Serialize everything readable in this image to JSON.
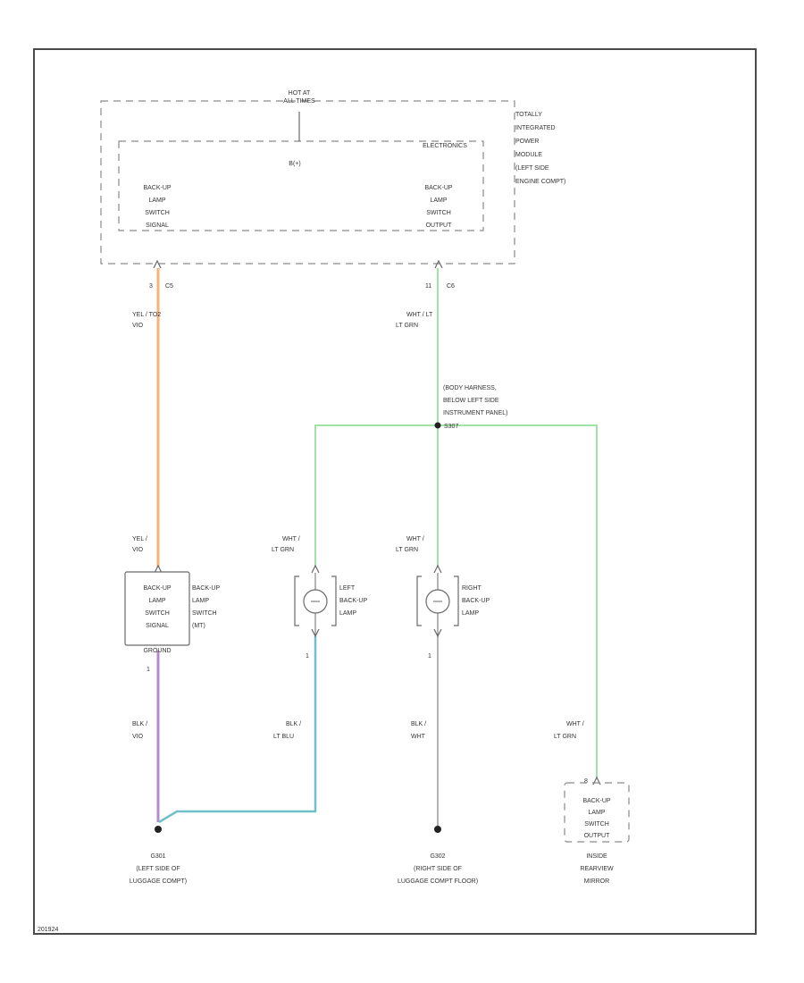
{
  "colors": {
    "wire_yel_vio": "#f4b27a",
    "wire_wht_ltgrn": "#9fe3a6",
    "wire_blk_vio": "#b48ad0",
    "wire_blk_ltblu": "#6fc0c8",
    "wire_blk_wht": "#9a9a9a",
    "frame": "#4a4a4a",
    "dashed_outline": "#8a8a8a"
  },
  "module": {
    "hot_at": [
      "HOT AT",
      "ALL TIMES"
    ],
    "name": [
      "TOTALLY",
      "INTEGRATED",
      "POWER",
      "MODULE",
      "(LEFT SIDE",
      "ENGINE COMPT)"
    ],
    "electronics_label": "ELECTRONICS",
    "fuse_label": "B(+)",
    "signal_block": [
      "BACK-UP",
      "LAMP",
      "SWITCH",
      "SIGNAL"
    ],
    "output_block": [
      "BACK-UP",
      "LAMP",
      "SWITCH",
      "OUTPUT"
    ]
  },
  "connectors": {
    "left_pin": "3",
    "left_conn": "C5",
    "right_pin": "11",
    "right_conn": "C6"
  },
  "wires": {
    "yel_vio_top": [
      "YEL / TO2",
      "VIO"
    ],
    "wht_ltgrn_top": [
      "WHT / LT",
      "LT GRN"
    ],
    "yel_vio_bottom": [
      "YEL /",
      "VIO"
    ],
    "wht_ltgrn_left": [
      "WHT /",
      "LT GRN"
    ],
    "wht_ltgrn_mid": [
      "WHT /",
      "LT GRN"
    ],
    "blk_vio": [
      "BLK /",
      "VIO"
    ],
    "blk_ltblu": [
      "BLK /",
      "LT BLU"
    ],
    "blk_wht": [
      "BLK /",
      "WHT"
    ],
    "wht_ltgrn_right": [
      "WHT /",
      "LT GRN"
    ]
  },
  "splice": {
    "desc": [
      "(BODY HARNESS,",
      "BELOW LEFT SIDE",
      "INSTRUMENT PANEL)"
    ],
    "id": "S307"
  },
  "switch": {
    "inner": [
      "BACK-UP",
      "LAMP",
      "SWITCH",
      "SIGNAL"
    ],
    "ground_label": "GROUND",
    "name": [
      "BACK-UP",
      "LAMP",
      "SWITCH",
      "(MT)"
    ],
    "pin_bottom": "1"
  },
  "lamps": {
    "left": {
      "name": [
        "LEFT",
        "BACK-UP",
        "LAMP"
      ],
      "pin": "1"
    },
    "right": {
      "name": [
        "RIGHT",
        "BACK-UP",
        "LAMP"
      ],
      "pin": "1"
    }
  },
  "mirror": {
    "pin_top": "8",
    "inner": [
      "BACK-UP",
      "LAMP",
      "SWITCH",
      "OUTPUT"
    ],
    "name": [
      "INSIDE",
      "REARVIEW",
      "MIRROR"
    ]
  },
  "grounds": {
    "left": {
      "id": "G301",
      "desc": [
        "(LEFT SIDE OF",
        "LUGGAGE COMPT)"
      ]
    },
    "right": {
      "id": "G302",
      "desc": [
        "(RIGHT SIDE OF",
        "LUGGAGE COMPT FLOOR)"
      ]
    }
  },
  "footer_code": "201924"
}
